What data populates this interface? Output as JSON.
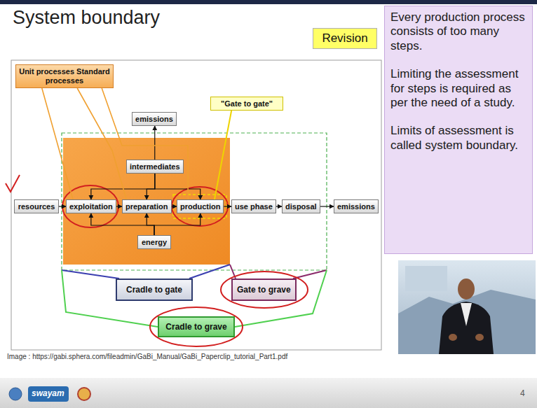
{
  "diagram": {
    "title": "System boundary",
    "caption": "Image : https://gabi.sphera.com/fileadmin/GaBi_Manual/GaBi_Paperclip_tutorial_Part1.pdf",
    "nodes": [
      {
        "text": [
          "Revision"
        ]
      },
      {
        "text": [
          "Every production process consists of too many steps.",
          "Limiting the assessment for steps is required as per the need of a study.",
          "Limits of assessment is called system boundary."
        ]
      },
      {
        "text": [
          "Unit processes Standard processes"
        ]
      },
      {
        "text": [
          "emissions"
        ]
      },
      {
        "text": [
          "\"Gate to gate\""
        ]
      },
      {
        "text": [
          "intermediates"
        ]
      },
      {
        "text": [
          "resources"
        ]
      },
      {
        "text": [
          "exploitation"
        ]
      },
      {
        "text": [
          "preparation"
        ]
      },
      {
        "text": [
          "production"
        ]
      },
      {
        "text": [
          "use phase"
        ]
      },
      {
        "text": [
          "disposal"
        ]
      },
      {
        "text": [
          "emissions"
        ]
      },
      {
        "text": [
          "energy"
        ]
      },
      {
        "text": [
          "Cradle to gate"
        ]
      },
      {
        "text": [
          "Gate to grave"
        ]
      },
      {
        "text": [
          "Cradle to grave"
        ]
      }
    ],
    "edges": [
      {
        "from": 6,
        "to": 7,
        "arrow": "to"
      },
      {
        "from": 7,
        "to": 8,
        "arrow": "to"
      },
      {
        "from": 8,
        "to": 9,
        "arrow": "to"
      },
      {
        "from": 9,
        "to": 10,
        "arrow": "to"
      },
      {
        "from": 10,
        "to": 11,
        "arrow": "to"
      },
      {
        "from": 11,
        "to": 12,
        "arrow": "to"
      },
      {
        "from": 5,
        "to": 3,
        "arrow": "to"
      },
      {
        "from": 5,
        "to": 7,
        "arrow": "to"
      },
      {
        "from": 5,
        "to": 8,
        "arrow": "to"
      },
      {
        "from": 5,
        "to": 9,
        "arrow": "to"
      },
      {
        "from": 13,
        "to": 7,
        "arrow": "to"
      },
      {
        "from": 13,
        "to": 8,
        "arrow": "to"
      },
      {
        "from": 13,
        "to": 9,
        "arrow": "to"
      },
      {
        "from": 2,
        "to": 7,
        "arrow": "none"
      },
      {
        "from": 2,
        "to": 8,
        "arrow": "none"
      },
      {
        "from": 2,
        "to": 9,
        "arrow": "none"
      },
      {
        "from": 4,
        "to": 9,
        "arrow": "none"
      }
    ],
    "labels": [
      "swayam",
      "4"
    ]
  }
}
